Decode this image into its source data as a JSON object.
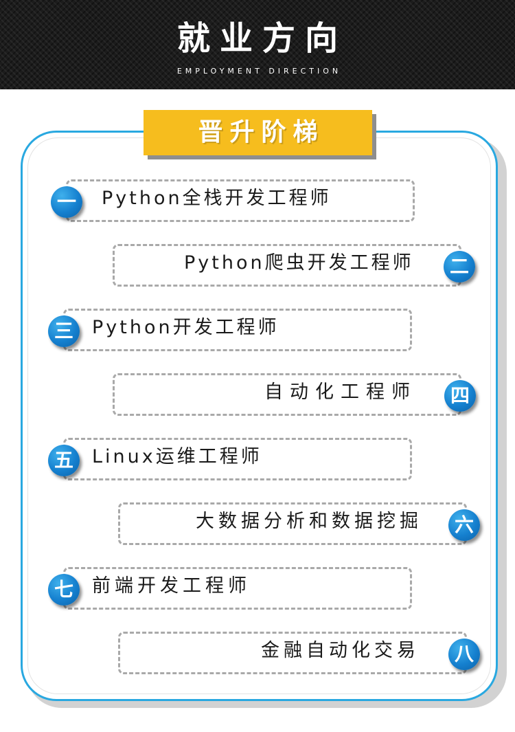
{
  "header": {
    "title": "就业方向",
    "subtitle": "EMPLOYMENT DIRECTION"
  },
  "banner": {
    "title": "晋升阶梯"
  },
  "steps": [
    {
      "num": "一",
      "label": "Python全栈开发工程师"
    },
    {
      "num": "二",
      "label": "Python爬虫开发工程师"
    },
    {
      "num": "三",
      "label": "Python开发工程师"
    },
    {
      "num": "四",
      "label": "自动化工程师"
    },
    {
      "num": "五",
      "label": "Linux运维工程师"
    },
    {
      "num": "六",
      "label": "大数据分析和数据挖掘"
    },
    {
      "num": "七",
      "label": "前端开发工程师"
    },
    {
      "num": "八",
      "label": "金融自动化交易"
    }
  ],
  "colors": {
    "accent_blue": "#1580cf",
    "card_border": "#29a8e0",
    "banner_yellow": "#f6bd1e",
    "header_dark": "#1c1c1c"
  }
}
